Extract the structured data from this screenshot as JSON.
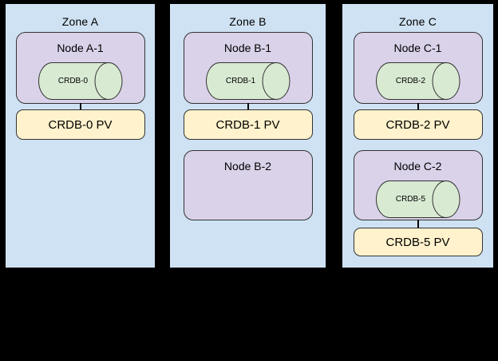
{
  "diagram": {
    "type": "kubernetes-zone-topology",
    "background": "#000000",
    "colors": {
      "zone_fill": "#cfe2f3",
      "node_fill": "#d9d2e9",
      "cylinder_fill": "#d9ead3",
      "pv_fill": "#fff2cc",
      "stroke": "#333333",
      "zone_border": "#000000"
    },
    "zones": [
      {
        "label": "Zone A",
        "nodes": [
          {
            "label": "Node A-1",
            "pod": "CRDB-0",
            "pv": "CRDB-0 PV"
          }
        ]
      },
      {
        "label": "Zone B",
        "nodes": [
          {
            "label": "Node B-1",
            "pod": "CRDB-1",
            "pv": "CRDB-1 PV"
          },
          {
            "label": "Node B-2"
          }
        ]
      },
      {
        "label": "Zone C",
        "nodes": [
          {
            "label": "Node C-1",
            "pod": "CRDB-2",
            "pv": "CRDB-2 PV"
          },
          {
            "label": "Node C-2",
            "pod": "CRDB-5",
            "pv": "CRDB-5 PV"
          }
        ]
      }
    ]
  }
}
